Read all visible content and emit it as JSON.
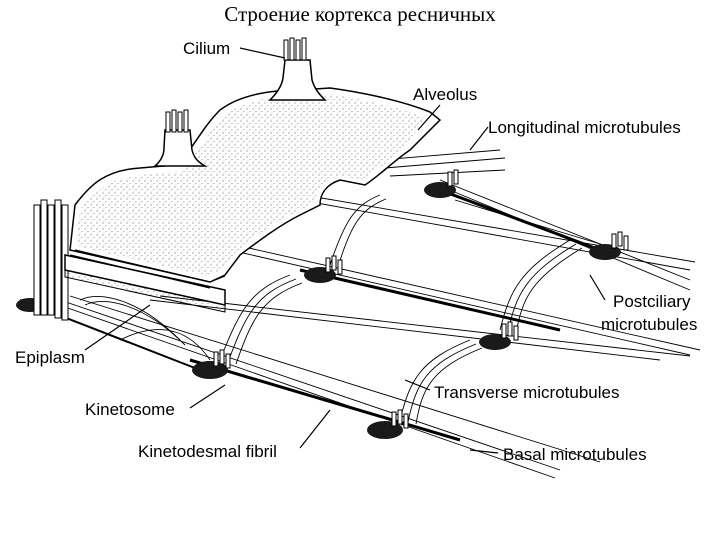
{
  "title": "Строение кортекса ресничных",
  "labels": {
    "cilium": "Cilium",
    "alveolus": "Alveolus",
    "longitudinal": "Longitudinal microtubules",
    "postciliary_1": "Postciliary",
    "postciliary_2": "microtubules",
    "epiplasm": "Epiplasm",
    "transverse": "Transverse microtubules",
    "kinetosome": "Kinetosome",
    "kinetodesmal": "Kinetodesmal fibril",
    "basal": "Basal microtubules"
  }
}
